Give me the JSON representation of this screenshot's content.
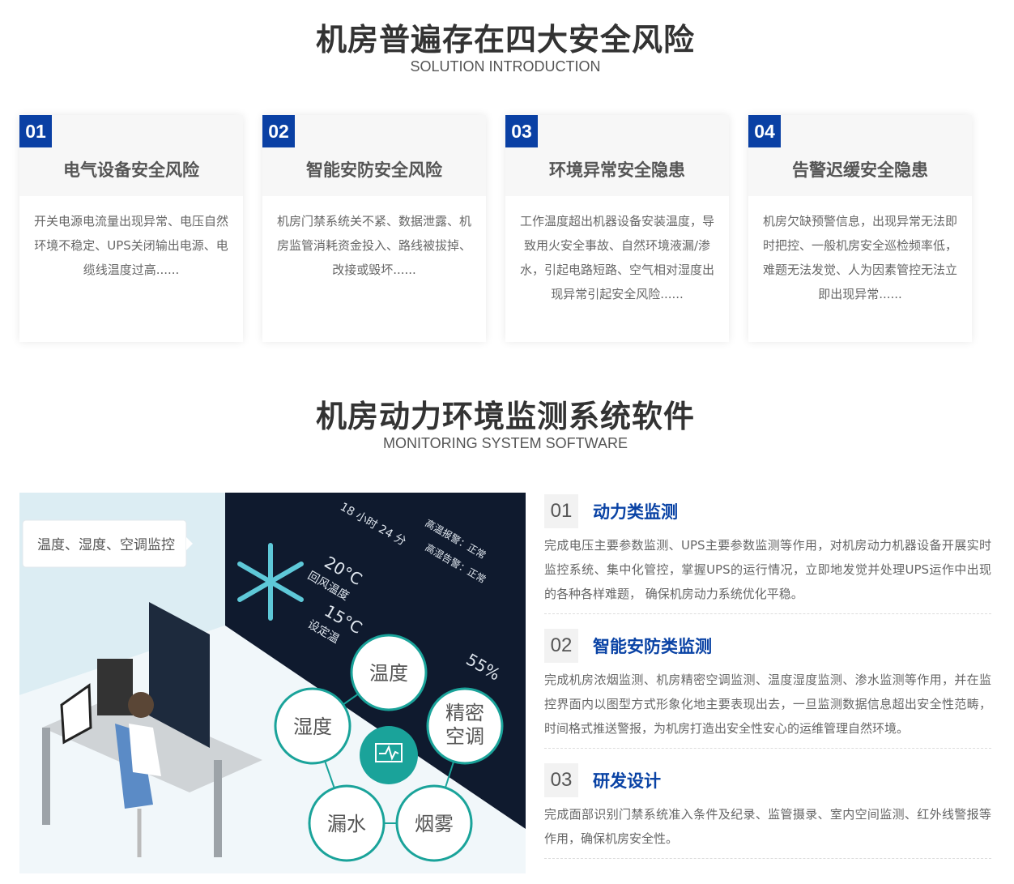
{
  "section1": {
    "title": "机房普遍存在四大安全风险",
    "subtitle": "SOLUTION INTRODUCTION",
    "cards": [
      {
        "num": "01",
        "title": "电气设备安全风险",
        "desc": "开关电源电流量出现异常、电压自然环境不稳定、UPS关闭输出电源、电缆线温度过高......"
      },
      {
        "num": "02",
        "title": "智能安防安全风险",
        "desc": "机房门禁系统关不紧、数据泄露、机房监管消耗资金投入、路线被拔掉、改接或毁坏......"
      },
      {
        "num": "03",
        "title": "环境异常安全隐患",
        "desc": "工作温度超出机器设备安装温度，导致用火安全事故、自然环境液漏/渗水，引起电路短路、空气相对湿度出现异常引起安全风险......"
      },
      {
        "num": "04",
        "title": "告警迟缓安全隐患",
        "desc": "机房欠缺预警信息，出现异常无法即时把控、一般机房安全巡检频率低，难题无法发觉、人为因素管控无法立即出现异常......"
      }
    ]
  },
  "section2": {
    "title": "机房动力环境监测系统软件",
    "subtitle": "MONITORING SYSTEM SOFTWARE",
    "illustration": {
      "bubble": "温度、湿度、空调监控",
      "screen": [
        "18 小时 24 分",
        "高温报警：正常",
        "高湿告警：正常",
        "20°C",
        "回风温度",
        "15°C",
        "设定温",
        "55%"
      ],
      "circles": [
        "温度",
        "湿度",
        "精密空调",
        "漏水",
        "烟雾"
      ],
      "accent": "#1aa39a"
    },
    "items": [
      {
        "num": "01",
        "title": "动力类监测",
        "desc": "完成电压主要参数监测、UPS主要参数监测等作用，对机房动力机器设备开展实时监控系统、集中化管控，掌握UPS的运行情况，立即地发觉并处理UPS运作中出现的各种各样难题， 确保机房动力系统优化平稳。"
      },
      {
        "num": "02",
        "title": "智能安防类监测",
        "desc": "完成机房浓烟监测、机房精密空调监测、温度湿度监测、渗水监测等作用，并在监控界面内以图型方式形象化地主要表现出去，一旦监测数据信息超出安全性范畴，时间格式推送警报，为机房打造出安全性安心的运维管理自然环境。"
      },
      {
        "num": "03",
        "title": "研发设计",
        "desc": "完成面部识别门禁系统准入条件及纪录、监管摄录、室内空间监测、红外线警报等作用，确保机房安全性。"
      }
    ]
  },
  "colors": {
    "brand": "#0a40a4",
    "title_blue": "#0a43a5"
  }
}
